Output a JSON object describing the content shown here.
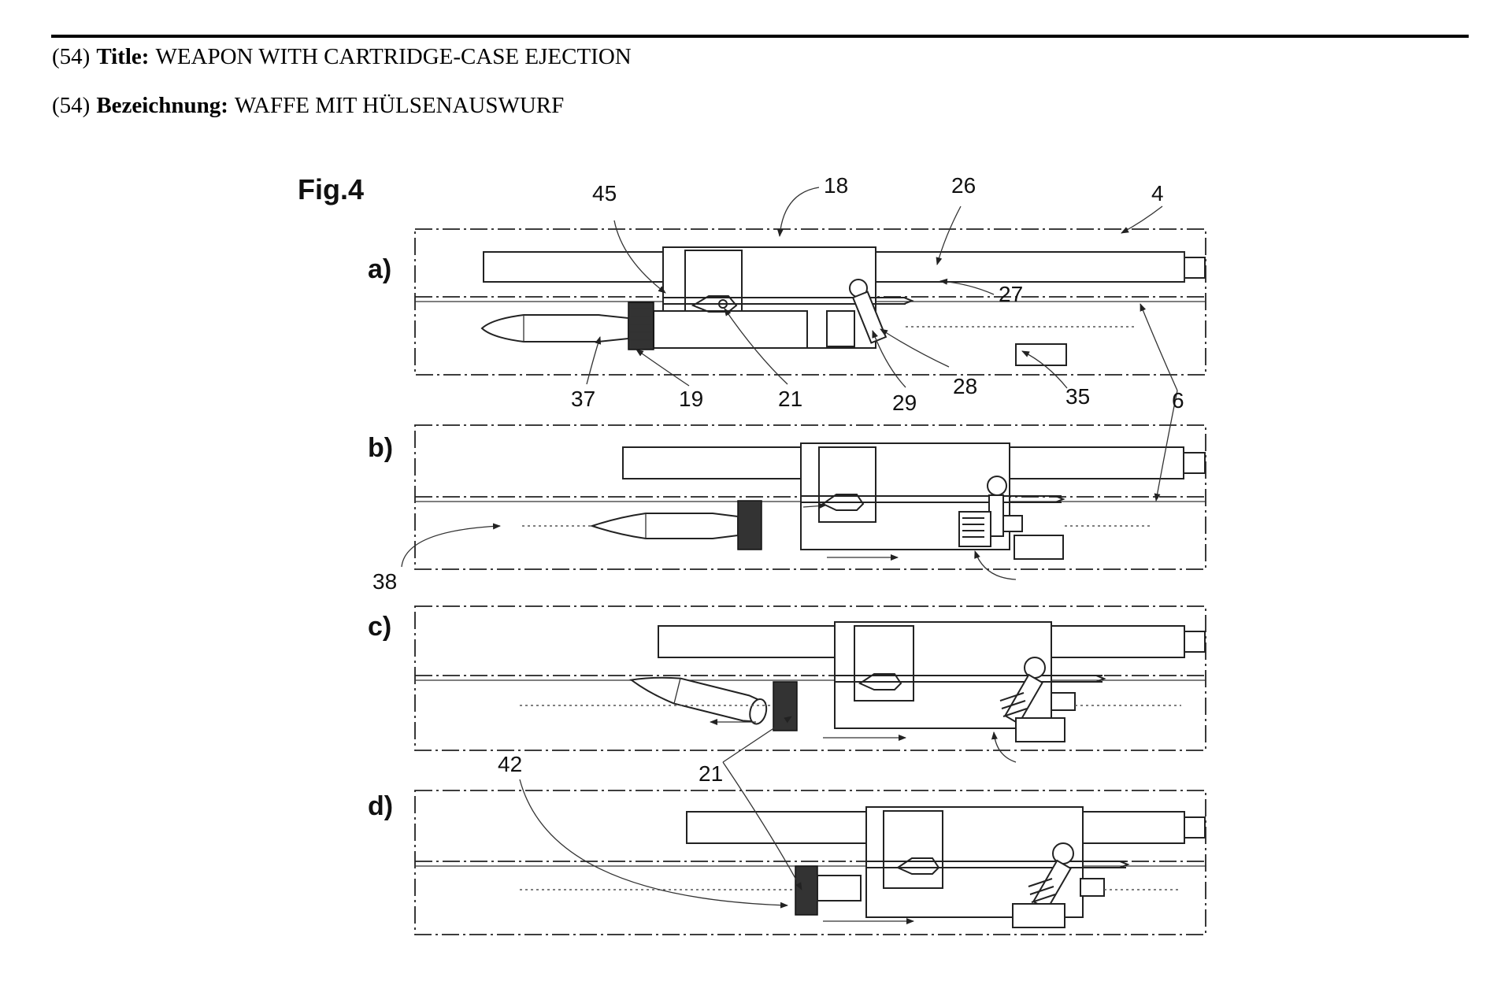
{
  "header": {
    "line1": {
      "num": "(54)",
      "label": "Title:",
      "value": "WEAPON WITH CARTRIDGE-CASE EJECTION"
    },
    "line2": {
      "num": "(54)",
      "label": "Bezeichnung:",
      "value": "WAFFE MIT HÜLSENAUSWURF"
    }
  },
  "figure": {
    "title": "Fig.4",
    "panels": [
      "a)",
      "b)",
      "c)",
      "d)"
    ],
    "refs": {
      "r45": "45",
      "r18": "18",
      "r26": "26",
      "r4": "4",
      "r27": "27",
      "r37": "37",
      "r19": "19",
      "r21a": "21",
      "r29": "29",
      "r28": "28",
      "r35": "35",
      "r6": "6",
      "r38": "38",
      "r42": "42",
      "r21b": "21"
    }
  }
}
